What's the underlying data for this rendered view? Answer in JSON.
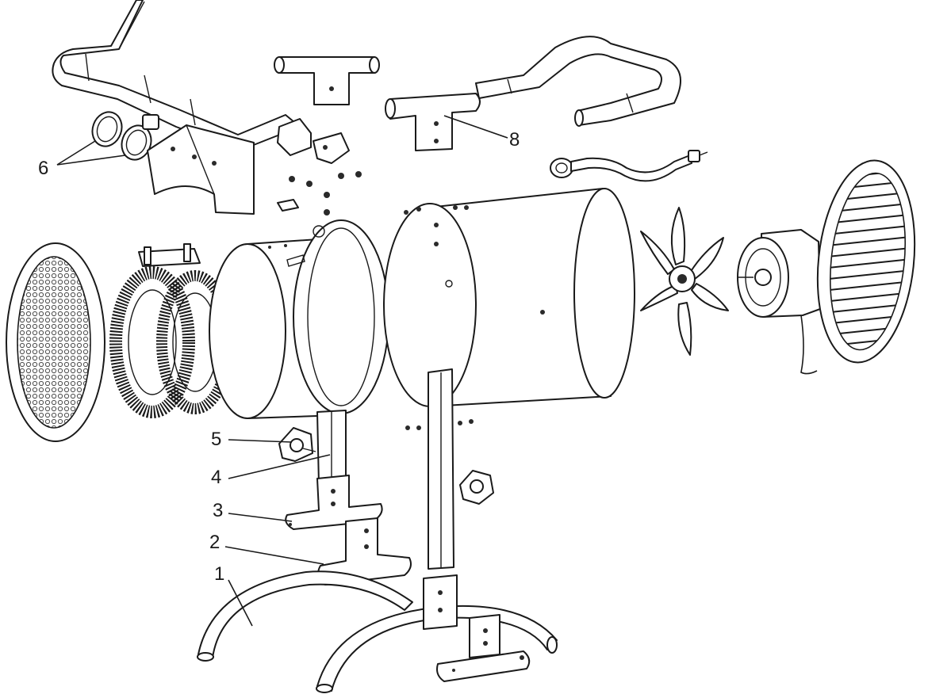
{
  "callouts": {
    "c1": "1",
    "c2": "2",
    "c3": "3",
    "c4": "4",
    "c5": "5",
    "c6": "6",
    "c8": "8"
  },
  "colors": {
    "line": "#1a1a1a",
    "background": "#ffffff",
    "mesh": "#555555"
  }
}
